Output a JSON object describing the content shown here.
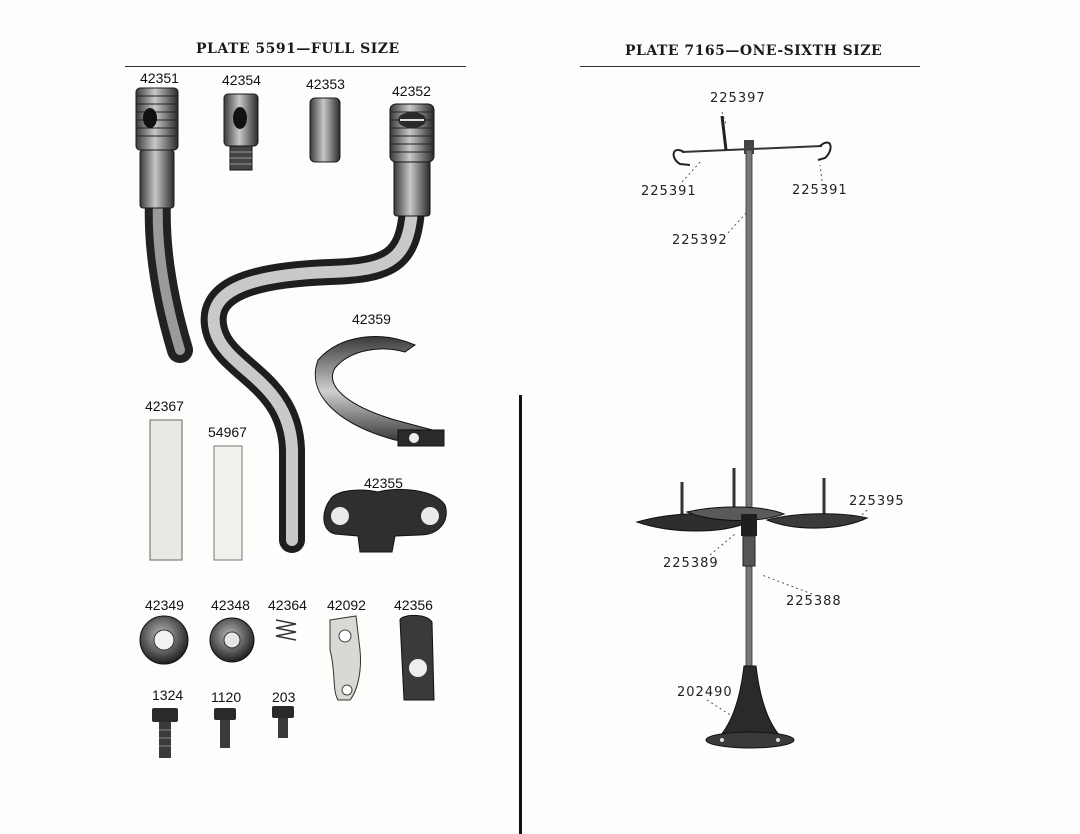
{
  "left_plate": {
    "title": "PLATE 5591—FULL SIZE",
    "part_numbers": {
      "p42351": "42351",
      "p42354": "42354",
      "p42353": "42353",
      "p42352": "42352",
      "p42359": "42359",
      "p42367": "42367",
      "p54967": "54967",
      "p42355": "42355",
      "p42349": "42349",
      "p42348": "42348",
      "p42364": "42364",
      "p42092": "42092",
      "p42356": "42356",
      "p1324": "1324",
      "p1120": "1120",
      "p203": "203"
    }
  },
  "right_plate": {
    "title": "PLATE 7165—ONE-SIXTH SIZE",
    "part_numbers": {
      "p225397": "225397",
      "p225391_left": "225391",
      "p225391_right": "225391",
      "p225392": "225392",
      "p225395": "225395",
      "p225389": "225389",
      "p225388": "225388",
      "p202490": "202490"
    }
  },
  "colors": {
    "ink": "#1a1a1a",
    "metal_dark": "#2b2b2b",
    "metal_mid": "#6b6b6b",
    "metal_light": "#bdbdbd",
    "paper": "#fdfdfb"
  }
}
